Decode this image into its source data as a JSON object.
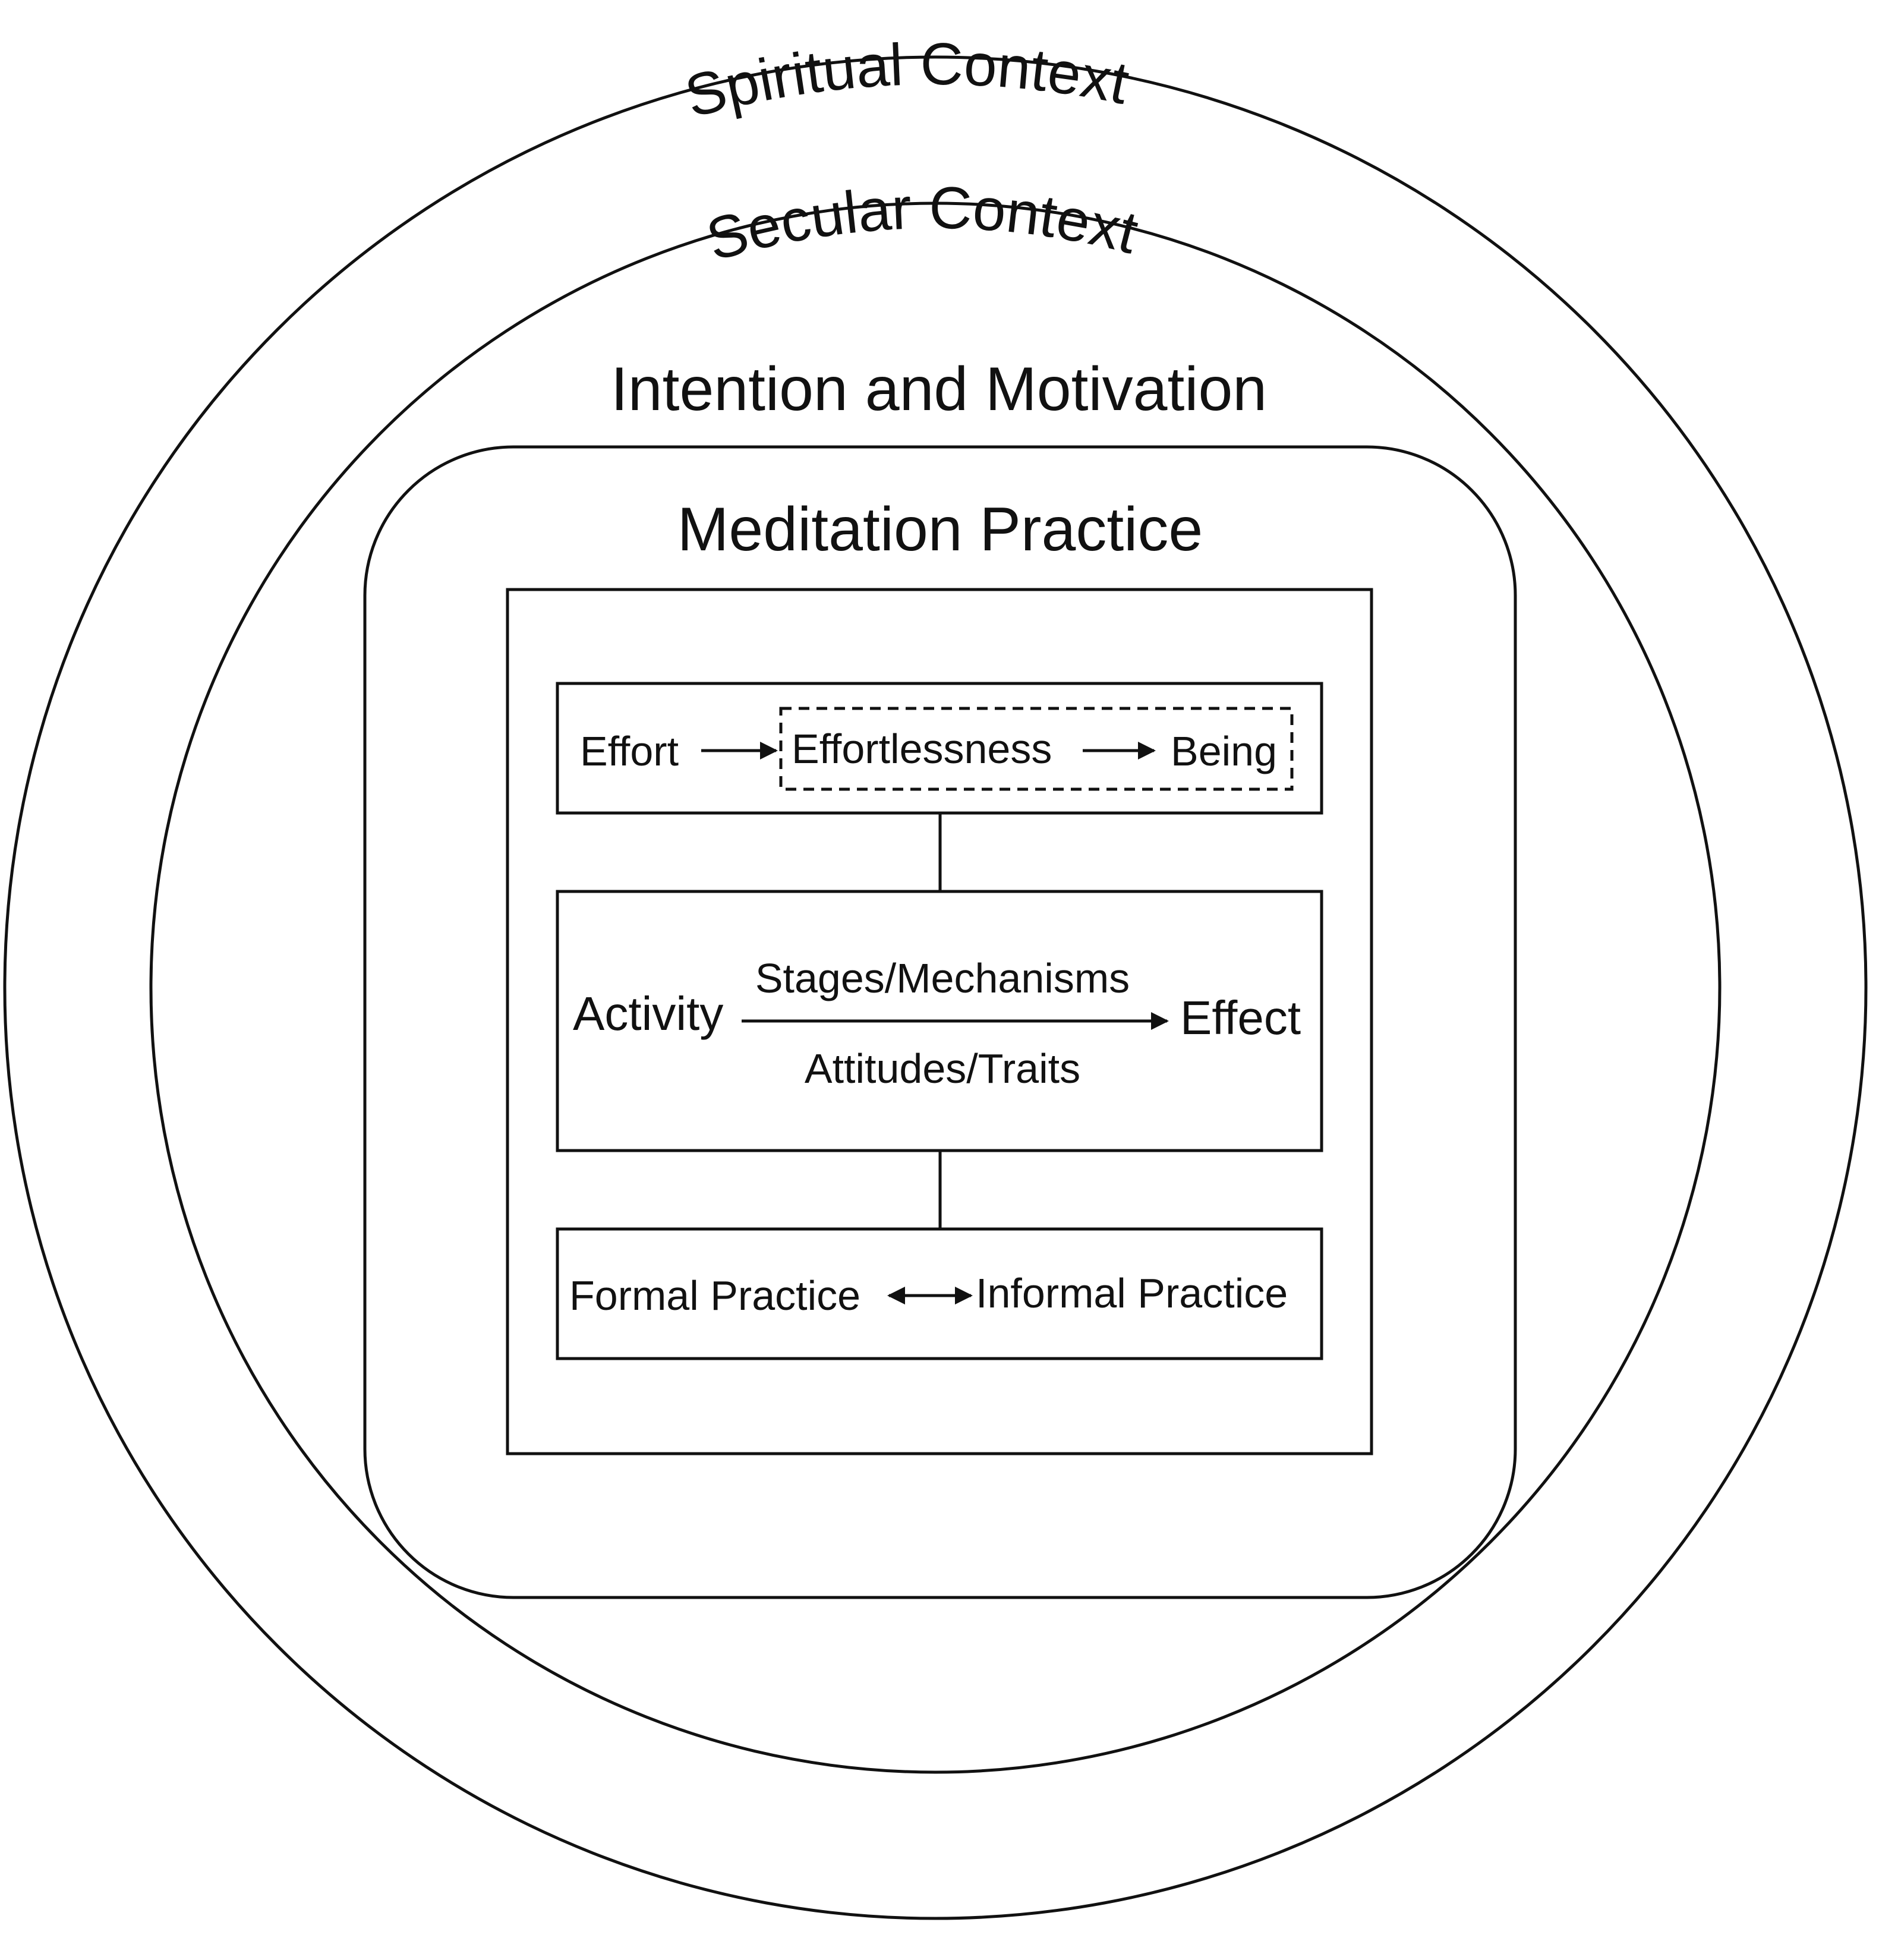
{
  "colors": {
    "stroke": "#111111",
    "background": "#ffffff"
  },
  "outer_ring": {
    "label": "Spiritual Context"
  },
  "middle_ring": {
    "label": "Secular Context"
  },
  "intention_label": "Intention and Motivation",
  "practice_box": {
    "label": "Meditation Practice"
  },
  "effort_row": {
    "effort": "Effort",
    "effortlessness": "Effortlessness",
    "being": "Being"
  },
  "activity_row": {
    "activity": "Activity",
    "stages": "Stages/Mechanisms",
    "attitudes": "Attitudes/Traits",
    "effect": "Effect"
  },
  "practice_row": {
    "formal": "Formal Practice",
    "informal": "Informal Practice"
  }
}
